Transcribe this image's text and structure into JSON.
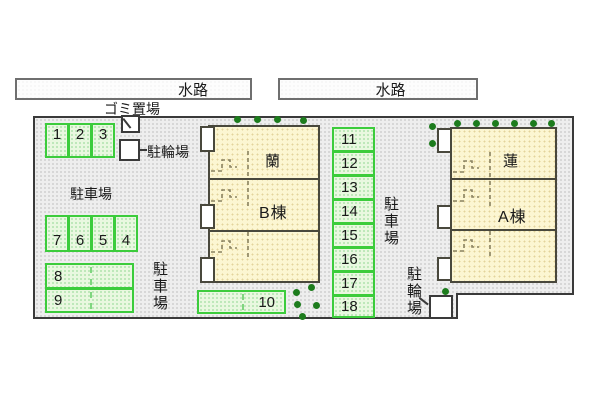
{
  "title": "site-plan",
  "waterways": {
    "left_label": "水路",
    "right_label": "水路"
  },
  "labels": {
    "garbage": "ゴミ置場",
    "bike_left": "駐輪場",
    "bike_right": "駐輪場",
    "parking_left": "駐車場",
    "parking_mid": "駐車場",
    "parking_right": "駐車場"
  },
  "buildings": {
    "b": {
      "name": "B棟",
      "unit": "蘭"
    },
    "a": {
      "name": "A棟",
      "unit": "蓮"
    }
  },
  "parking": {
    "block123": [
      "1",
      "2",
      "3"
    ],
    "block7654": [
      "7",
      "6",
      "5",
      "4"
    ],
    "block89": [
      "8",
      "9"
    ],
    "block10": "10",
    "column": [
      "11",
      "12",
      "13",
      "14",
      "15",
      "16",
      "17",
      "18"
    ]
  },
  "colors": {
    "parking_border": "#3ccc3c",
    "parking_fill": "#e9f8e0",
    "building_fill": "#fcf6d2",
    "site_fill": "#eeeeee",
    "tree": "#1d7c1d",
    "line": "#3a3a3a"
  },
  "trees": [
    [
      237,
      119
    ],
    [
      257,
      119
    ],
    [
      277,
      119
    ],
    [
      303,
      120
    ],
    [
      296,
      292
    ],
    [
      311,
      287
    ],
    [
      297,
      304
    ],
    [
      316,
      305
    ],
    [
      302,
      316
    ],
    [
      432,
      126
    ],
    [
      432,
      143
    ],
    [
      457,
      123
    ],
    [
      476,
      123
    ],
    [
      495,
      123
    ],
    [
      514,
      123
    ],
    [
      533,
      123
    ],
    [
      551,
      123
    ],
    [
      445,
      291
    ]
  ]
}
